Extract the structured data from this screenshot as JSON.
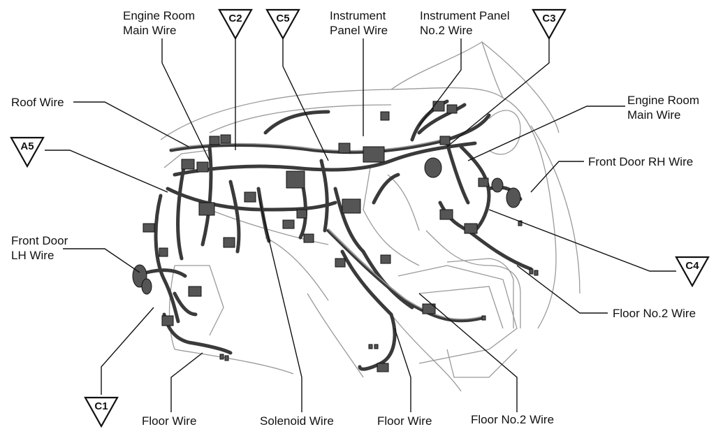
{
  "labels": {
    "engine_room_main_wire_left": [
      "Engine Room",
      "Main Wire"
    ],
    "instrument_panel_wire": [
      "Instrument",
      "Panel Wire"
    ],
    "instrument_panel_no2_wire": [
      "Instrument Panel",
      "No.2 Wire"
    ],
    "roof_wire": "Roof Wire",
    "engine_room_main_wire_right": [
      "Engine Room",
      "Main Wire"
    ],
    "front_door_rh_wire": "Front Door RH Wire",
    "front_door_lh_wire": [
      "Front Door",
      "LH Wire"
    ],
    "floor_no2_wire_right": "Floor No.2 Wire",
    "floor_wire_left": "Floor Wire",
    "solenoid_wire": "Solenoid Wire",
    "floor_wire_center": "Floor Wire",
    "floor_no2_wire_bottom": "Floor No.2 Wire"
  },
  "markers": {
    "c2": "C2",
    "c5": "C5",
    "c3": "C3",
    "a5": "A5",
    "c4": "C4",
    "c1": "C1"
  }
}
